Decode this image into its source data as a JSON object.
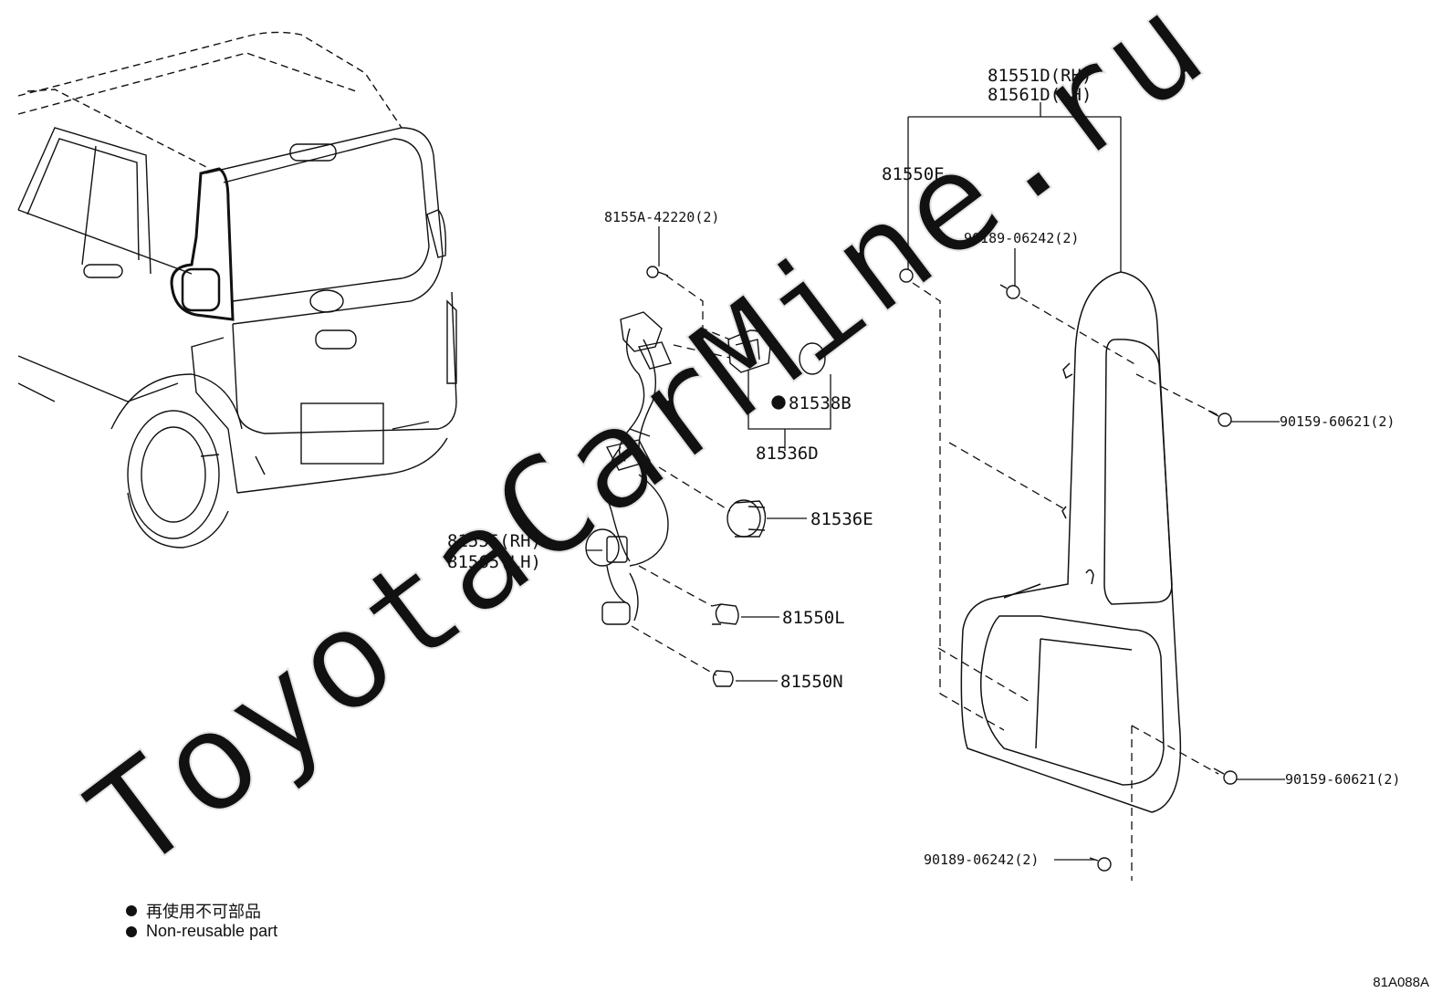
{
  "watermark": "ToyotaCarMine.ru",
  "parts": {
    "p81551d": "81551D(RH)",
    "p81561d": "81561D(LH)",
    "p81550e": "81550E",
    "p90189_top": "90189-06242(2)",
    "p8155a": "8155A-42220(2)",
    "p81538b": "81538B",
    "p81536d": "81536D",
    "p81536e": "81536E",
    "p81555": "81555(RH)",
    "p81565": "81565(LH)",
    "p81550l": "81550L",
    "p81550n": "81550N",
    "p90159_a": "90159-60621(2)",
    "p90159_b": "90159-60621(2)",
    "p90189_bottom": "90189-06242(2)"
  },
  "legend": {
    "jp": "再使用不可部品",
    "en": "Non-reusable part"
  },
  "diagram_code": "81A088A",
  "colors": {
    "line": "#111111",
    "watermark": "#e4e4e4"
  }
}
